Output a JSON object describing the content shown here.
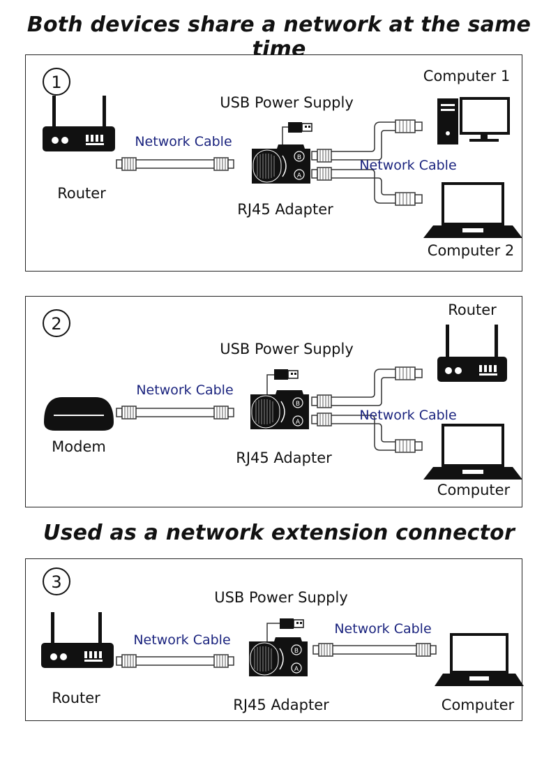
{
  "headings": {
    "top": "Both devices share a network at the same time",
    "middle": "Used as a network extension connector"
  },
  "panel1": {
    "number": "1",
    "usb_label": "USB Power Supply",
    "adapter_label": "RJ45 Adapter",
    "left_cable_label": "Network Cable",
    "right_cable_label": "Network Cable",
    "left_device": "Router",
    "right_top_device": "Computer 1",
    "right_bottom_device": "Computer 2",
    "port_b": "B",
    "port_a": "A"
  },
  "panel2": {
    "number": "2",
    "usb_label": "USB Power Supply",
    "adapter_label": "RJ45 Adapter",
    "left_cable_label": "Network Cable",
    "right_cable_label": "Network Cable",
    "left_device": "Modem",
    "right_top_device": "Router",
    "right_bottom_device": "Computer",
    "port_b": "B",
    "port_a": "A"
  },
  "panel3": {
    "number": "3",
    "usb_label": "USB Power Supply",
    "adapter_label": "RJ45 Adapter",
    "left_cable_label": "Network Cable",
    "right_cable_label": "Network Cable",
    "left_device": "Router",
    "right_device": "Computer",
    "port_b": "B",
    "port_a": "A"
  },
  "icons": {
    "router": "router-icon",
    "modem": "modem-icon",
    "desktop": "desktop-computer-icon",
    "laptop": "laptop-icon",
    "adapter": "rj45-adapter-icon",
    "usb": "usb-plug-icon",
    "rj45": "rj45-plug-icon"
  },
  "colors": {
    "cable_label": "#1a237e",
    "device": "#111111"
  }
}
